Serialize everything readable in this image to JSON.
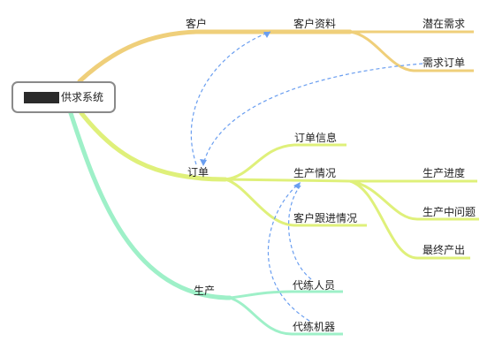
{
  "root": {
    "label": "供求系统",
    "redacted_prefix": true
  },
  "branches": [
    {
      "label": "客户",
      "color": "#efcf7a",
      "children": [
        {
          "label": "客户资料",
          "children": [
            {
              "label": "潜在需求"
            },
            {
              "label": "需求订单"
            }
          ]
        }
      ]
    },
    {
      "label": "订单",
      "color": "#dff07a",
      "children": [
        {
          "label": "订单信息",
          "children": []
        },
        {
          "label": "生产情况",
          "children": [
            {
              "label": "生产进度"
            },
            {
              "label": "生产中问题"
            },
            {
              "label": "最终产出"
            }
          ]
        },
        {
          "label": "客户跟进情况",
          "children": []
        }
      ]
    },
    {
      "label": "生产",
      "color": "#9ef0c8",
      "children": [
        {
          "label": "代练人员",
          "children": []
        },
        {
          "label": "代练机器",
          "children": []
        }
      ]
    }
  ],
  "relationships": [
    {
      "from": "订单",
      "to": "客户资料"
    },
    {
      "from": "需求订单",
      "to": "订单"
    },
    {
      "from": "代练人员",
      "to": "生产情况"
    },
    {
      "from": "代练机器",
      "to": "生产情况"
    }
  ],
  "colors": {
    "relationship": "#6a9ef0",
    "node_border": "#8a8a8a"
  }
}
